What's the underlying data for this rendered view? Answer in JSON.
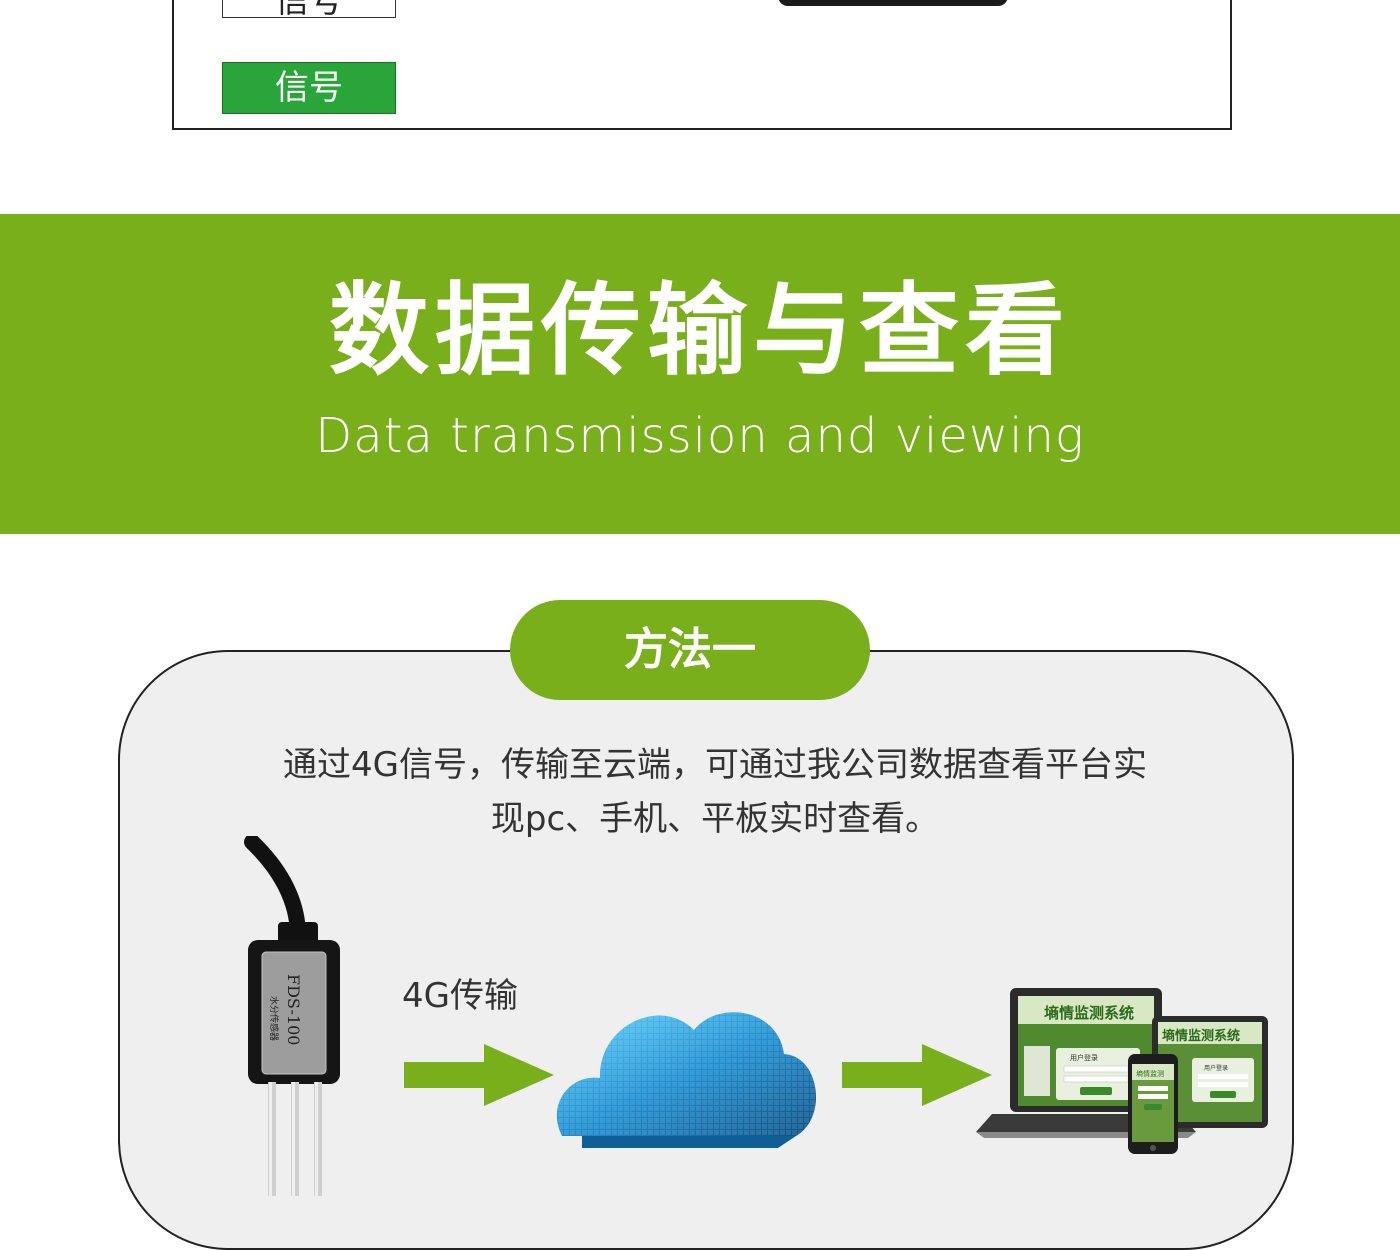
{
  "top_section": {
    "signal_label_prev": "信号",
    "signal_label": "信号"
  },
  "banner": {
    "title": "数据传输与查看",
    "subtitle": "Data transmission and viewing"
  },
  "method": {
    "label": "方法一",
    "description_line1": "通过4G信号，传输至云端，可通过我公司数据查看平台实",
    "description_line2": "现pc、手机、平板实时查看。",
    "transfer_label": "4G传输",
    "sensor_model": "FDS-100",
    "sensor_name": "水分传感器",
    "platform_title": "墒情监测系统",
    "platform_login": "用户登录",
    "platform_phone_title": "墒情监测"
  },
  "colors": {
    "banner_green": "#7aaf1c",
    "signal_green": "#2aa53a",
    "cloud_blue": "#1f8fd0"
  }
}
